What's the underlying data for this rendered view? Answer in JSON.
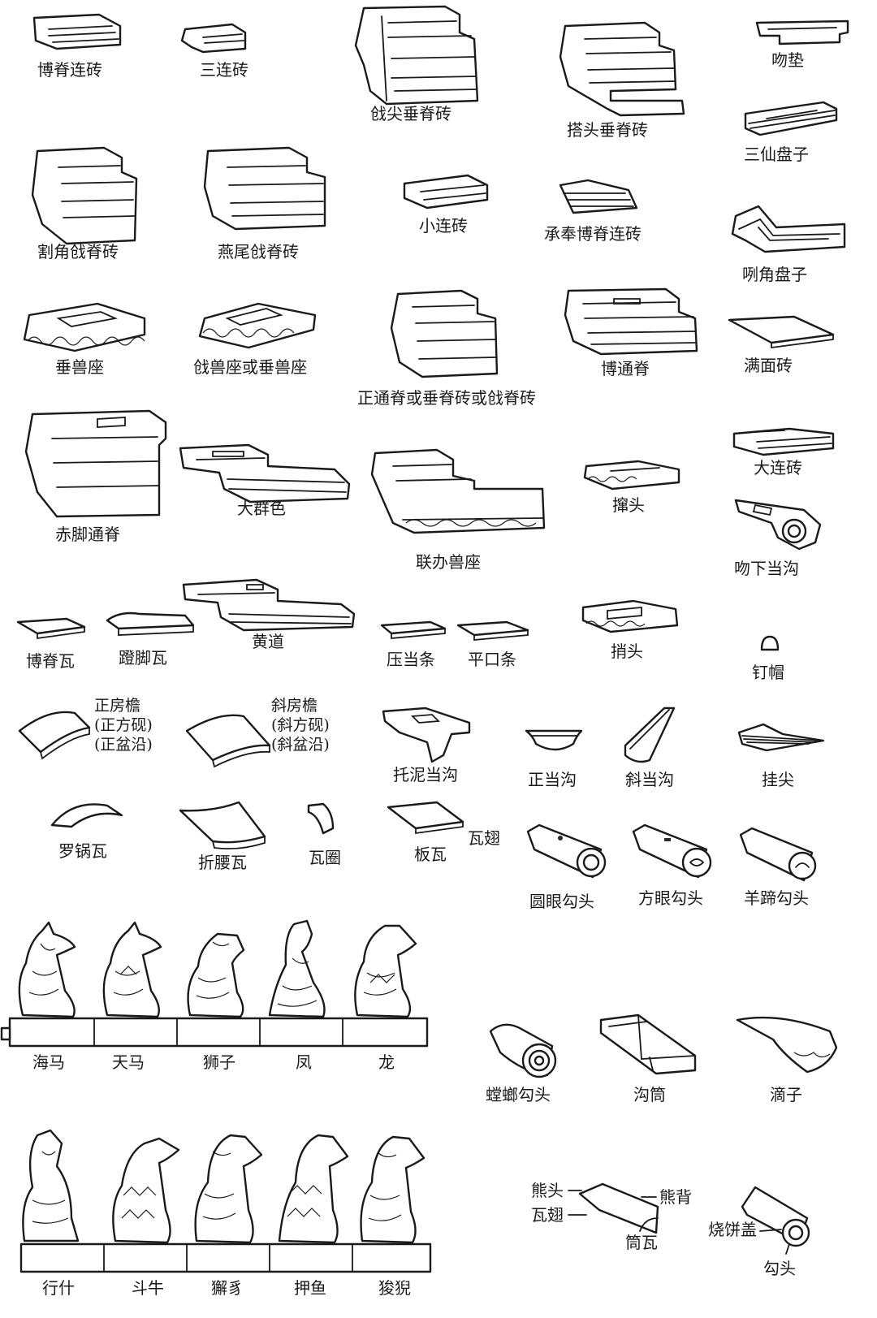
{
  "labels": {
    "boji_lianzhuan": "博脊连砖",
    "san_lianzhuan": "三连砖",
    "jianjian_chuiji": "戗尖垂脊砖",
    "datou_chuiji": "搭头垂脊砖",
    "wendian": "吻垫",
    "sanxian_panzi": "三仙盘子",
    "gejiao_qiangji": "割角戗脊砖",
    "yanwei_qiangji": "燕尾戗脊砖",
    "xiao_lianzhuan": "小连砖",
    "chengfeng_boji": "承奉博脊连砖",
    "liejiao_panzi": "咧角盘子",
    "chuishou_zuo": "垂兽座",
    "qiangshou_zuo": "戗兽座或垂兽座",
    "zhengtong_ji": "正通脊或垂脊砖或戗脊砖",
    "botong_ji": "博通脊",
    "manmian_zhuan": "满面砖",
    "chijiao_tongji": "赤脚通脊",
    "da_qunse": "大群色",
    "lianban_shouzuo": "联办兽座",
    "chuantou": "撺头",
    "da_lianzhuan": "大连砖",
    "wenxia_danggou": "吻下当沟",
    "boji_wa": "博脊瓦",
    "dengjiao_wa": "蹬脚瓦",
    "huangdao": "黄道",
    "yadang_tiao": "压当条",
    "pingkou_tiao": "平口条",
    "tangtou": "捎头",
    "dingmao": "钉帽",
    "zheng_fangyan": "正房檐\n(正方砚)\n(正盆沿)",
    "xie_fangyan": "斜房檐\n(斜方砚)\n(斜盆沿)",
    "tuoni_danggou": "托泥当沟",
    "zheng_danggou": "正当沟",
    "xie_danggou": "斜当沟",
    "guajian": "挂尖",
    "luoguo_wa": "罗锅瓦",
    "zheyao_wa": "折腰瓦",
    "wa_quan": "瓦圈",
    "ban_wa": "板瓦",
    "wa_chi_1": "瓦翅",
    "yuanyan_goutou": "圆眼勾头",
    "fangyan_goutou": "方眼勾头",
    "yangti_goutou": "羊蹄勾头",
    "hai_ma": "海马",
    "tian_ma": "天马",
    "shi_zi": "狮子",
    "feng": "凤",
    "long": "龙",
    "tanglang_goutou": "螳螂勾头",
    "gou_tong": "沟筒",
    "di_zi": "滴子",
    "xing_shi": "行什",
    "dou_niu": "斗牛",
    "xie_zhi": "獬豸",
    "ya_yu": "押鱼",
    "suan_ni": "狻猊",
    "xiong_tou": "熊头",
    "xiong_bei": "熊背",
    "wa_chi_2": "瓦翅",
    "tong_wa": "筒瓦",
    "shaobing_gai": "烧饼盖",
    "gou_tou": "勾头"
  }
}
